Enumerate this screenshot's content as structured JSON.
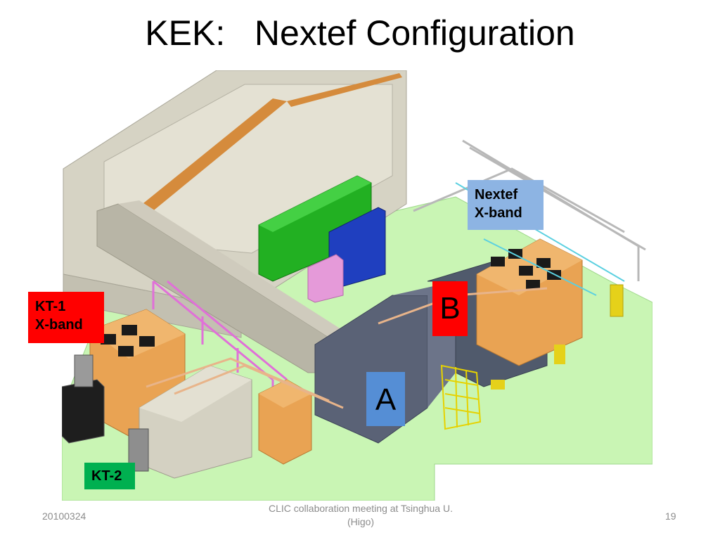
{
  "slide": {
    "title": "KEK:   Nextef Configuration",
    "labels": {
      "kt1_line1": "KT-1",
      "kt1_line2": "X-band",
      "nextef_line1": "Nextef",
      "nextef_line2": "X-band",
      "kt2": "KT-2",
      "a": "A",
      "b": "B"
    },
    "footer": {
      "date": "20100324",
      "center_line1": "CLIC collaboration meeting at Tsinghua U.",
      "center_line2": "(Higo)",
      "page": "19"
    }
  },
  "colors": {
    "kt1_box": "#ff0000",
    "nextef_box": "#8db4e3",
    "kt2_box": "#00b050",
    "b_box": "#ff0000",
    "a_box": "#558ed5",
    "floor": "#c9f5b4"
  }
}
